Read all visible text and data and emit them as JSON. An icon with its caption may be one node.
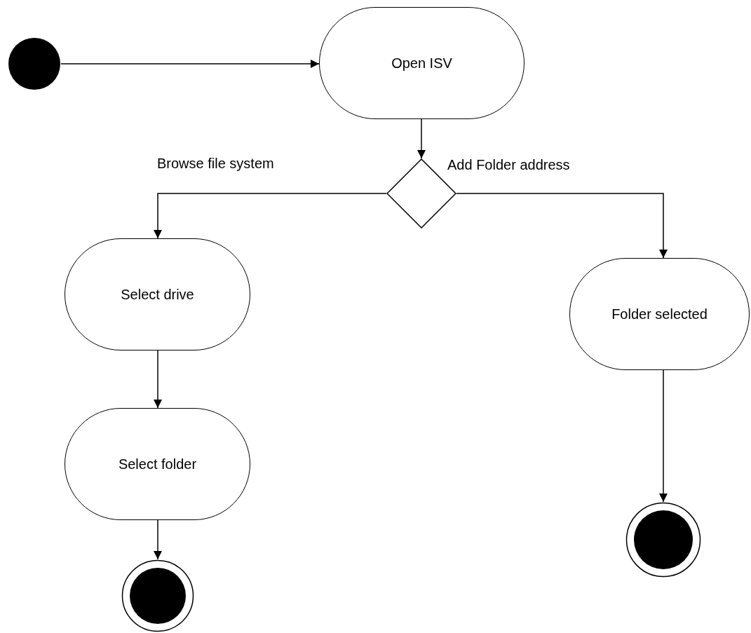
{
  "diagram": {
    "nodes": [
      {
        "text": [],
        "shape": "circle"
      },
      {
        "text": [
          "Open ISV"
        ]
      },
      {
        "text": [],
        "shape": "diamond"
      },
      {
        "text": [
          "Select drive"
        ]
      },
      {
        "text": [
          "Select folder"
        ]
      },
      {
        "text": [
          "Folder selected"
        ]
      },
      {
        "text": [],
        "shape": "bullseye"
      },
      {
        "text": [],
        "shape": "bullseye"
      }
    ],
    "edges": [
      {
        "from": 0,
        "to": 1,
        "arrow": "to"
      },
      {
        "from": 1,
        "to": 2,
        "arrow": "to"
      },
      {
        "from": 2,
        "to": 3,
        "arrow": "to",
        "label": "Browse file system"
      },
      {
        "from": 2,
        "to": 5,
        "arrow": "to",
        "label": "Add Folder address"
      },
      {
        "from": 3,
        "to": 4,
        "arrow": "to"
      },
      {
        "from": 4,
        "to": 6,
        "arrow": "to"
      },
      {
        "from": 5,
        "to": 7,
        "arrow": "to"
      }
    ]
  }
}
